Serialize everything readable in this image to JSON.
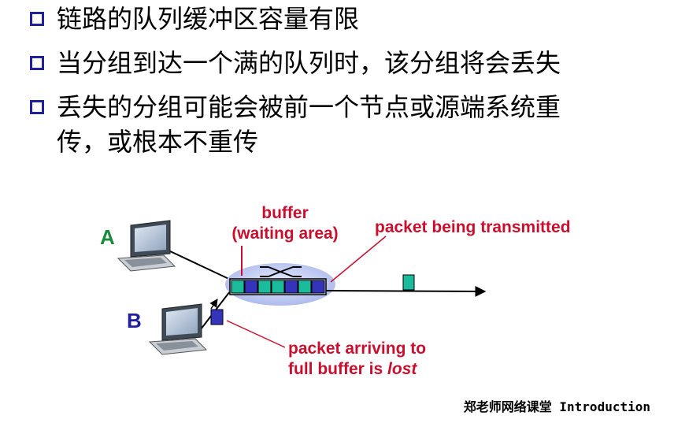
{
  "bullets": [
    "链路的队列缓冲区容量有限",
    "当分组到达一个满的队列时，该分组将会丢失",
    "丢失的分组可能会被前一个节点或源端系统重",
    "传，或根本不重传"
  ],
  "diagram": {
    "buffer_label_line1": "buffer",
    "buffer_label_line2": "(waiting area)",
    "transmitted_label": "packet being transmitted",
    "lost_label_line1": "packet arriving to",
    "lost_label_line2_prefix": "full buffer is ",
    "lost_label_line2_em": "lost",
    "host_a": "A",
    "host_b": "B"
  },
  "colors": {
    "accent_red": "#c8102e",
    "bullet_blue": "#1f1fa0",
    "packet_teal": "#1abc9c",
    "packet_blue": "#3333bb",
    "host_a": "#1a8a3a",
    "host_b": "#1f1fa0"
  },
  "footer": "郑老师网络课堂  Introduction"
}
